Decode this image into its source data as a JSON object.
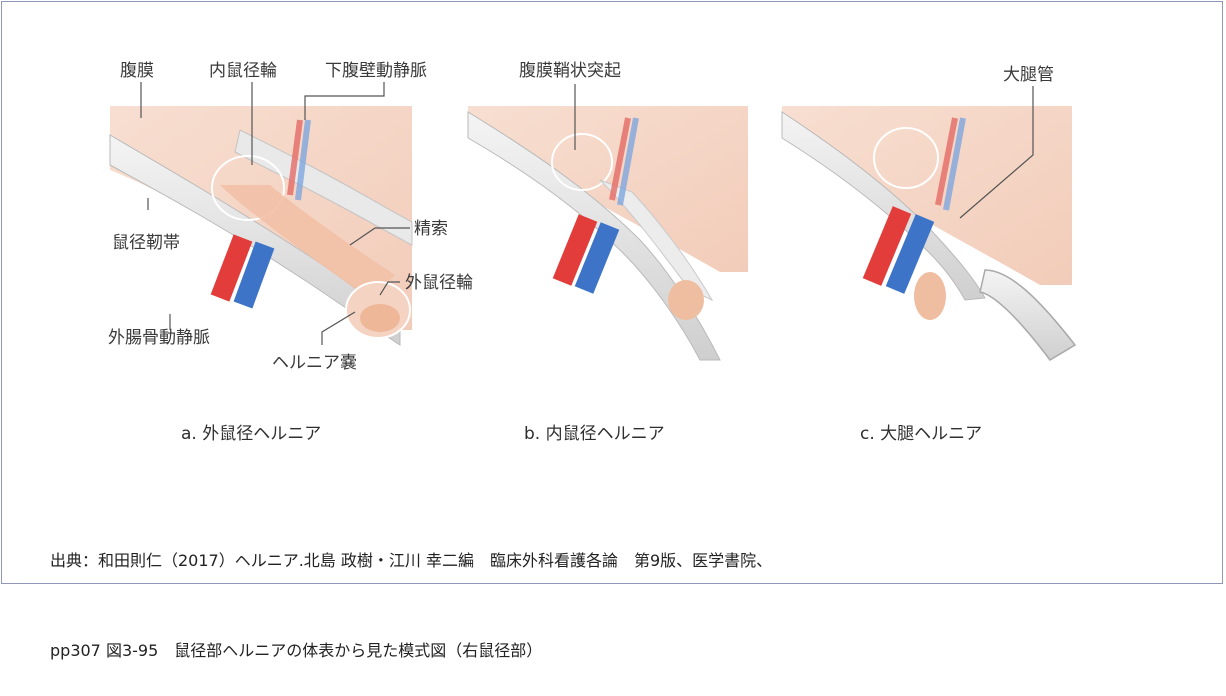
{
  "panels": [
    {
      "caption": "a.  外鼠径ヘルニア",
      "labels": {
        "peritoneum": "腹膜",
        "deep_ring": "内鼠径輪",
        "inferior_epigastric": "下腹壁動静脈",
        "inguinal_ligament": "鼠径靭帯",
        "spermatic_cord": "精索",
        "superficial_ring": "外鼠径輪",
        "external_iliac": "外腸骨動静脈",
        "hernia_sac": "ヘルニア嚢"
      }
    },
    {
      "caption": "b.  内鼠径ヘルニア",
      "labels": {
        "processus_vaginalis": "腹膜鞘状突起"
      }
    },
    {
      "caption": "c.  大腿ヘルニア",
      "labels": {
        "femoral_canal": "大腿管"
      }
    }
  ],
  "source": {
    "line1": "出典：和田則仁（2017）ヘルニア.北島 政樹・江川 幸二編　臨床外科看護各論　第9版、医学書院、",
    "line2": "pp307 図3-95　鼠径部ヘルニアの体表から見た模式図（右鼠径部）"
  },
  "colors": {
    "border": "#8f98b8",
    "tissue": "#f3cdb9",
    "artery": "#e23d3a",
    "vein": "#3d74c8",
    "ligament": "#e3e3e3"
  }
}
